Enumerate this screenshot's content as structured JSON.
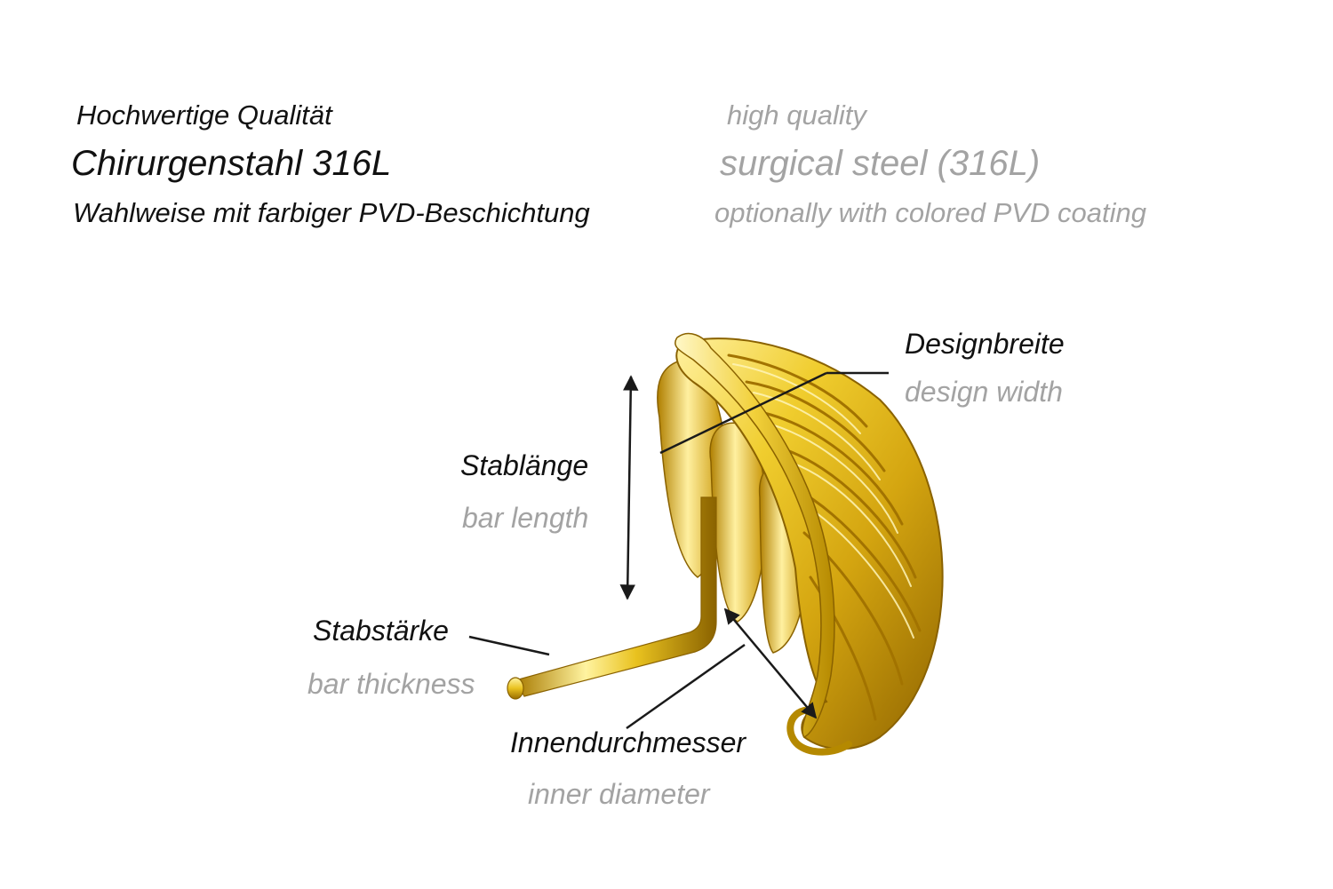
{
  "header": {
    "rows": [
      {
        "de": "Hochwertige Qualität",
        "en": "high quality"
      },
      {
        "de": "Chirurgenstahl 316L",
        "en": "surgical steel (316L)"
      },
      {
        "de": "Wahlweise mit farbiger PVD-Beschichtung",
        "en": "optionally with colored PVD coating"
      }
    ]
  },
  "labels": {
    "design_width": {
      "de": "Designbreite",
      "en": "design width"
    },
    "bar_length": {
      "de": "Stablänge",
      "en": "bar length"
    },
    "bar_thickness": {
      "de": "Stabstärke",
      "en": "bar thickness"
    },
    "inner_diameter": {
      "de": "Innendurchmesser",
      "en": "inner diameter"
    }
  },
  "colors": {
    "gold_light": "#fff3a0",
    "gold_mid": "#e9c21f",
    "gold_dark": "#9a6d00",
    "label_de": "#111111",
    "label_en": "#a3a3a3",
    "line": "#1a1a1a"
  }
}
